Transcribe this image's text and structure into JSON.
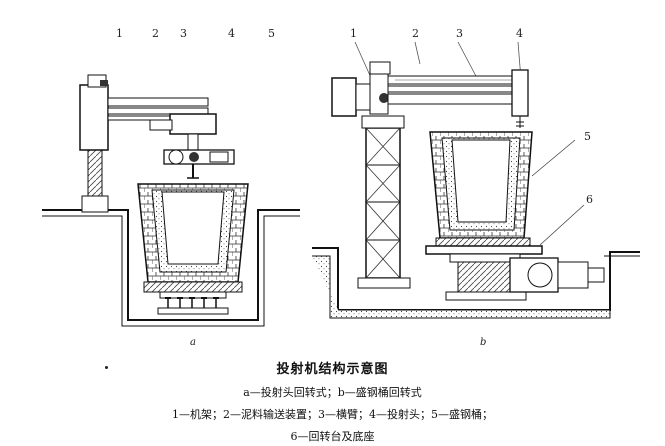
{
  "figure": {
    "top_labels_a": [
      "1",
      "2",
      "3",
      "4",
      "5"
    ],
    "top_labels_b": [
      "1",
      "2",
      "3",
      "4"
    ],
    "side_label_5": "5",
    "side_label_6": "6",
    "sub_a": "a",
    "sub_b": "b"
  },
  "caption": {
    "title": "投射机结构示意图",
    "subtitle": "a—投射头回转式；b—盛钢桶回转式",
    "legend_line1": "1—机架；2—泥料输送装置；3—横臂；4—投射头；5—盛钢桶；",
    "legend_line2": "6—回转台及底座"
  }
}
